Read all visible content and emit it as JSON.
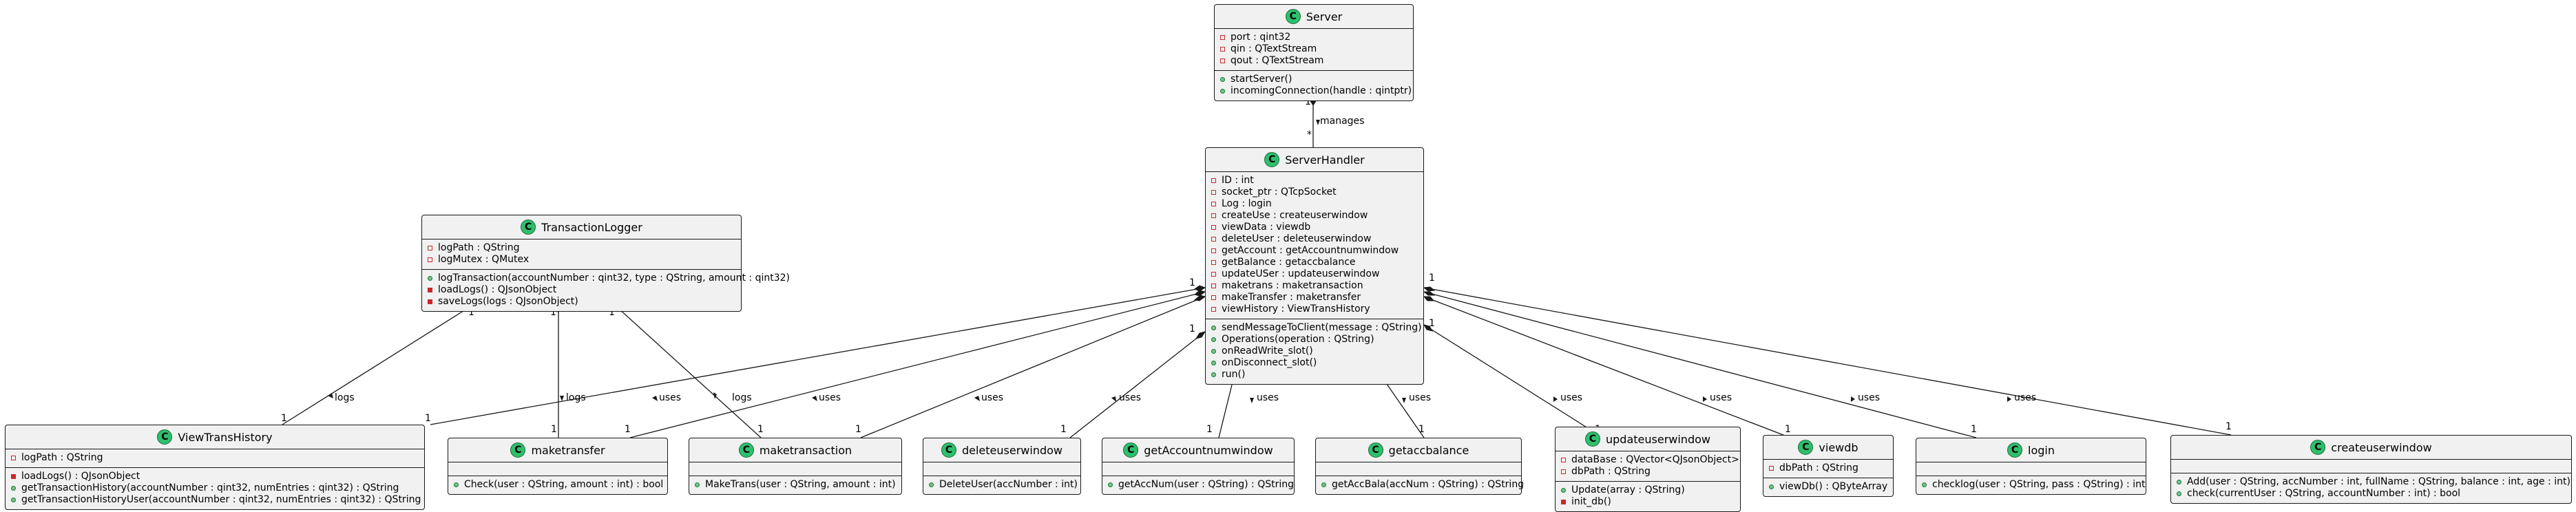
{
  "classes": {
    "server": {
      "name": "Server",
      "fields": [
        "port : qint32",
        "qin : QTextStream",
        "qout : QTextStream"
      ],
      "methods": [
        "startServer()",
        "incomingConnection(handle : qintptr)"
      ]
    },
    "serverhandler": {
      "name": "ServerHandler",
      "fields": [
        "ID : int",
        "socket_ptr : QTcpSocket",
        "Log : login",
        "createUse : createuserwindow",
        "viewData : viewdb",
        "deleteUser : deleteuserwindow",
        "getAccount : getAccountnumwindow",
        "getBalance : getaccbalance",
        "updateUSer : updateuserwindow",
        "maketrans : maketransaction",
        "makeTransfer : maketransfer",
        "viewHistory : ViewTransHistory"
      ],
      "methods": [
        "sendMessageToClient(message : QString)",
        "Operations(operation : QString)",
        "onReadWrite_slot()",
        "onDisconnect_slot()",
        "run()"
      ]
    },
    "transactionlogger": {
      "name": "TransactionLogger",
      "fields": [
        "logPath : QString",
        "logMutex : QMutex"
      ],
      "methods": [
        "logTransaction(accountNumber : qint32, type : QString, amount : qint32)",
        "loadLogs() : QJsonObject",
        "saveLogs(logs : QJsonObject)"
      ]
    },
    "viewtranshistory": {
      "name": "ViewTransHistory",
      "fields": [
        "logPath : QString"
      ],
      "methods": [
        "loadLogs() : QJsonObject",
        "getTransactionHistory(accountNumber : qint32, numEntries : qint32) : QString",
        "getTransactionHistoryUser(accountNumber : qint32, numEntries : qint32) : QString"
      ]
    },
    "maketransfer": {
      "name": "maketransfer",
      "fields": [],
      "methods": [
        "Check(user : QString, amount : int) : bool"
      ]
    },
    "maketransaction": {
      "name": "maketransaction",
      "fields": [],
      "methods": [
        "MakeTrans(user : QString, amount : int)"
      ]
    },
    "deleteuserwindow": {
      "name": "deleteuserwindow",
      "fields": [],
      "methods": [
        "DeleteUser(accNumber : int)"
      ]
    },
    "getaccountnumwindow": {
      "name": "getAccountnumwindow",
      "fields": [],
      "methods": [
        "getAccNum(user : QString) : QString"
      ]
    },
    "getaccbalance": {
      "name": "getaccbalance",
      "fields": [],
      "methods": [
        "getAccBala(accNum : QString) : QString"
      ]
    },
    "updateuserwindow": {
      "name": "updateuserwindow",
      "fields": [
        "dataBase : QVector<QJsonObject>",
        "dbPath : QString"
      ],
      "methods": [
        "Update(array : QString)",
        "init_db()"
      ]
    },
    "viewdb": {
      "name": "viewdb",
      "fields": [
        "dbPath : QString"
      ],
      "methods": [
        "viewDb() : QByteArray"
      ]
    },
    "login": {
      "name": "login",
      "fields": [],
      "methods": [
        "checklog(user : QString, pass : QString) : int"
      ]
    },
    "createuserwindow": {
      "name": "createuserwindow",
      "fields": [],
      "methods": [
        "Add(user : QString, accNumber : int, fullName : QString, balance : int, age : int)",
        "check(currentUser : QString, accountNumber : int) : bool"
      ]
    }
  },
  "relations": {
    "manages": {
      "label": "manages",
      "mult_src": "1",
      "mult_dst": "*"
    },
    "logs": "logs",
    "uses": "uses",
    "one": "1"
  }
}
